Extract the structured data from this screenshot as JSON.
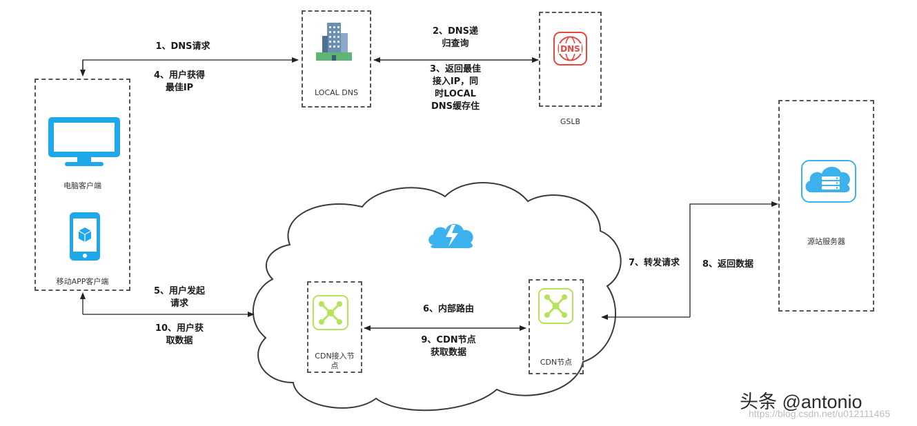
{
  "nodes": {
    "local_dns": "LOCAL DNS",
    "gslb": "GSLB",
    "gslb_logo_text": "DNS",
    "pc_client": "电脑客户端",
    "app_client": "移动APP客户端",
    "cdn_access_line1": "CDN接入节",
    "cdn_access_line2": "点",
    "cdn_node": "CDN节点",
    "origin_server": "源站服务器"
  },
  "steps": {
    "s1": "1、DNS请求",
    "s2_line1": "2、DNS递",
    "s2_line2": "归查询",
    "s3_line1": "3、返回最佳",
    "s3_line2": "接入IP，同",
    "s3_line3": "时LOCAL",
    "s3_line4": "DNS缓存住",
    "s4_line1": "4、用户获得",
    "s4_line2": "最佳IP",
    "s5_line1": "5、用户发起",
    "s5_line2": "请求",
    "s6": "6、内部路由",
    "s7": "7、转发请求",
    "s8": "8、返回数据",
    "s9_line1": "9、CDN节点",
    "s9_line2": "获取数据",
    "s10_line1": "10、用户获",
    "s10_line2": "取数据"
  },
  "watermark": {
    "brand": "头条 @antonio",
    "url": "https://blog.csdn.net/u012111465"
  },
  "colors": {
    "accent_blue": "#1ea7e9",
    "icon_green": "#b5e35a",
    "gslb_red": "#e8463a",
    "cloud_blue": "#3bb2ee"
  }
}
